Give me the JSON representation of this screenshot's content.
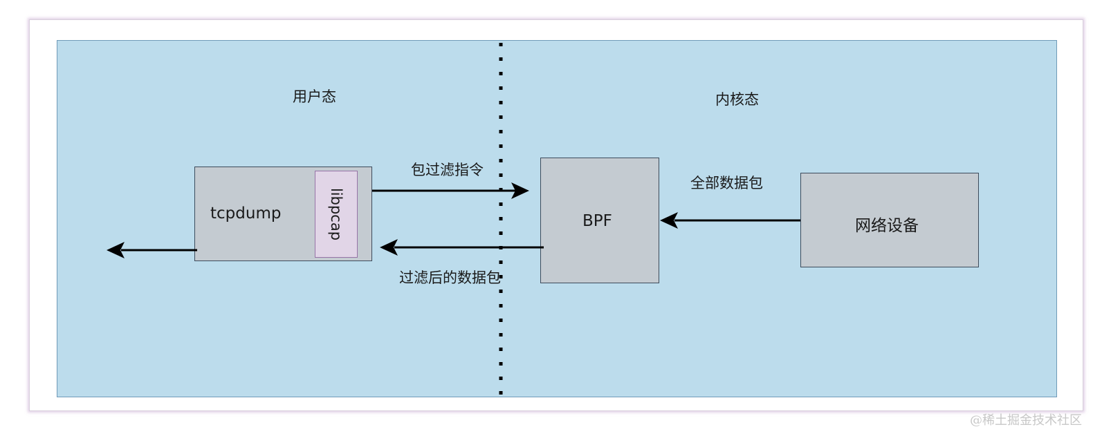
{
  "diagram": {
    "regions": {
      "user_space": "用户态",
      "kernel_space": "内核态"
    },
    "nodes": {
      "tcpdump": "tcpdump",
      "libpcap": "libpcap",
      "bpf": "BPF",
      "network_device": "网络设备"
    },
    "edges": {
      "filter_instructions": "包过滤指令",
      "filtered_packets": "过滤后的数据包",
      "all_packets": "全部数据包"
    }
  },
  "watermark": "@稀土掘金技术社区",
  "colors": {
    "background": "#bcdcec",
    "box_fill": "#c4cbd1",
    "libpcap_fill": "#e1d5e7",
    "arrow": "#000000"
  }
}
